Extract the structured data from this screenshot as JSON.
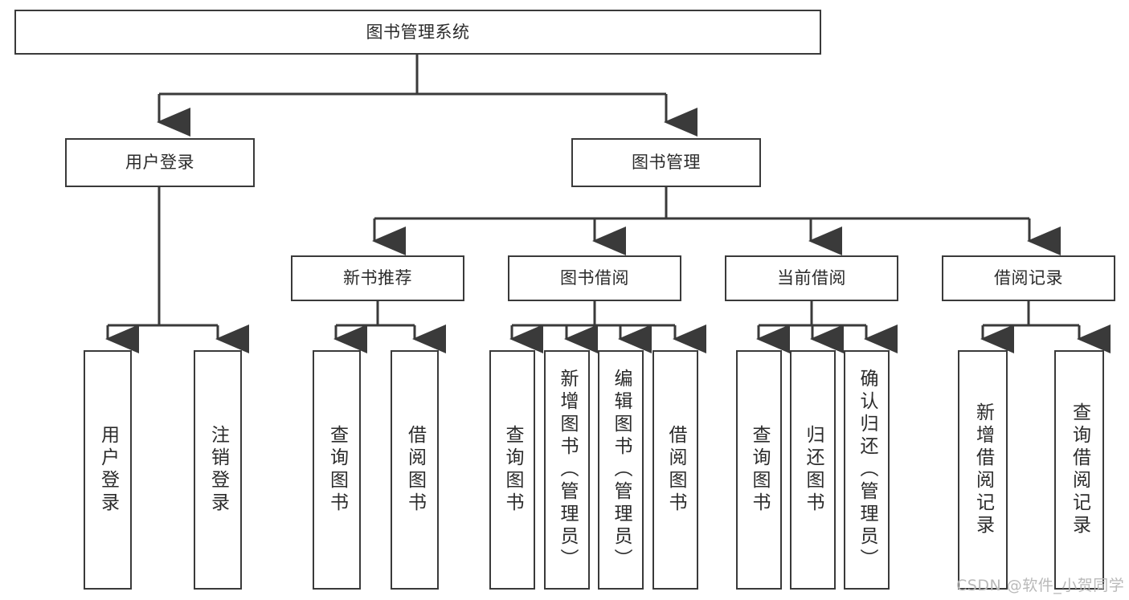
{
  "diagram": {
    "title": "图书管理系统",
    "type": "function-decomposition-tree",
    "root": {
      "label": "图书管理系统"
    },
    "level2": [
      {
        "label": "用户登录"
      },
      {
        "label": "图书管理"
      }
    ],
    "level3": [
      {
        "label": "新书推荐"
      },
      {
        "label": "图书借阅"
      },
      {
        "label": "当前借阅"
      },
      {
        "label": "借阅记录"
      }
    ],
    "leaves": {
      "user_login": [
        {
          "label": "用户登录"
        },
        {
          "label": "注销登录"
        }
      ],
      "new_book_recommend": [
        {
          "label": "查询图书"
        },
        {
          "label": "借阅图书"
        }
      ],
      "book_borrow": [
        {
          "label": "查询图书"
        },
        {
          "label": "新增图书（管理员）"
        },
        {
          "label": "编辑图书（管理员）"
        },
        {
          "label": "借阅图书"
        }
      ],
      "current_borrow": [
        {
          "label": "查询图书"
        },
        {
          "label": "归还图书"
        },
        {
          "label": "确认归还（管理员）"
        }
      ],
      "borrow_record": [
        {
          "label": "新增借阅记录"
        },
        {
          "label": "查询借阅记录"
        }
      ]
    }
  },
  "watermark": {
    "text": "CSDN @软件_小贺同学"
  },
  "colors": {
    "border": "#3a3a3a",
    "text": "#2b2b2b",
    "background": "#ffffff",
    "watermark": "#b9b9b9"
  }
}
